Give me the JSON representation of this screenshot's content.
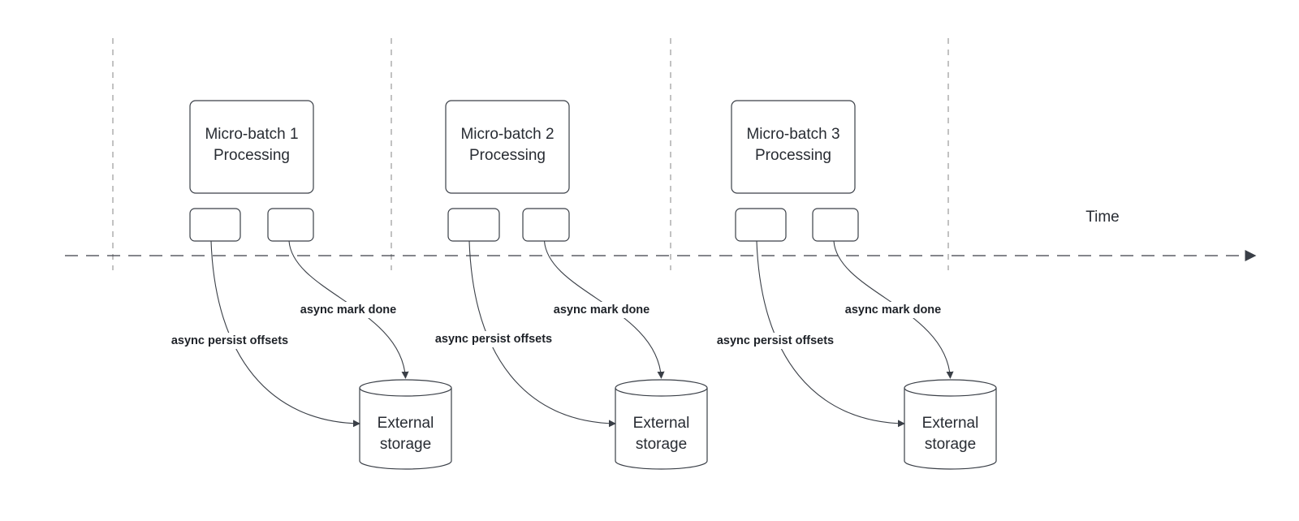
{
  "diagram": {
    "time_label": "Time",
    "batches": [
      {
        "title_line1": "Micro-batch 1",
        "title_line2": "Processing",
        "persist_label": "async persist offsets",
        "done_label": "async mark done",
        "storage_line1": "External",
        "storage_line2": "storage"
      },
      {
        "title_line1": "Micro-batch 2",
        "title_line2": "Processing",
        "persist_label": "async persist offsets",
        "done_label": "async mark done",
        "storage_line1": "External",
        "storage_line2": "storage"
      },
      {
        "title_line1": "Micro-batch 3",
        "title_line2": "Processing",
        "persist_label": "async persist offsets",
        "done_label": "async mark done",
        "storage_line1": "External",
        "storage_line2": "storage"
      }
    ],
    "colors": {
      "stroke": "#3a3f47",
      "divider": "#9a9a9a",
      "text": "#282c33"
    }
  }
}
